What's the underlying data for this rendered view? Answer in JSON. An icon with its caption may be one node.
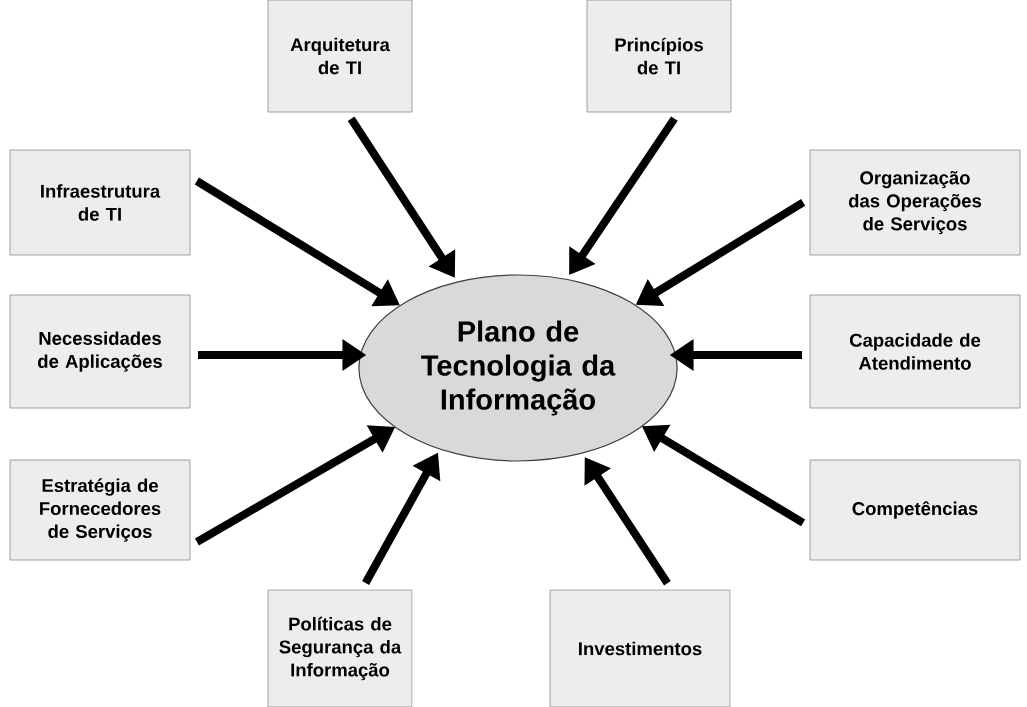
{
  "diagram": {
    "nodes": [
      {
        "text": [
          "Plano de Tecnologia da Informação"
        ]
      },
      {
        "text": [
          "Arquitetura de TI"
        ]
      },
      {
        "text": [
          "Princípios de TI"
        ]
      },
      {
        "text": [
          "Infraestrutura de TI"
        ]
      },
      {
        "text": [
          "Organização das Operações de Serviços"
        ]
      },
      {
        "text": [
          "Necessidades de Aplicações"
        ]
      },
      {
        "text": [
          "Capacidade de Atendimento"
        ]
      },
      {
        "text": [
          "Estratégia de Fornecedores de Serviços"
        ]
      },
      {
        "text": [
          "Competências"
        ]
      },
      {
        "text": [
          "Políticas de Segurança da Informação"
        ]
      },
      {
        "text": [
          "Investimentos"
        ]
      }
    ],
    "edges": [
      {
        "from": 1,
        "to": 0,
        "arrow": "to"
      },
      {
        "from": 2,
        "to": 0,
        "arrow": "to"
      },
      {
        "from": 3,
        "to": 0,
        "arrow": "to"
      },
      {
        "from": 4,
        "to": 0,
        "arrow": "to"
      },
      {
        "from": 5,
        "to": 0,
        "arrow": "to"
      },
      {
        "from": 6,
        "to": 0,
        "arrow": "to"
      },
      {
        "from": 7,
        "to": 0,
        "arrow": "to"
      },
      {
        "from": 8,
        "to": 0,
        "arrow": "to"
      },
      {
        "from": 9,
        "to": 0,
        "arrow": "to"
      },
      {
        "from": 10,
        "to": 0,
        "arrow": "to"
      }
    ]
  }
}
